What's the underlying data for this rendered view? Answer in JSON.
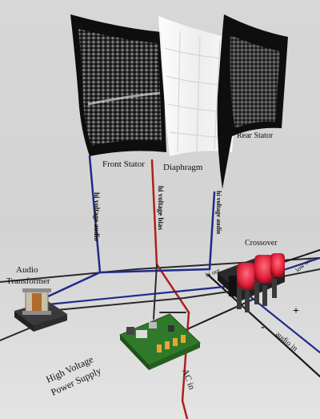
{
  "labels": {
    "front_stator": "Front Stator",
    "diaphragm": "Diaphragm",
    "rear_stator": "Rear Stator",
    "hv_audio": "hi voltage audio",
    "hv_bias": "hi voltage bias",
    "hv_audio_rear": "hi voltage audio",
    "crossover": "Crossover",
    "audio_transformer_1": "Audio",
    "audio_transformer_2": "Transformer",
    "hi_out": "hi out",
    "low_out": "low out",
    "plus": "+",
    "minus": "-",
    "audio_in": "audio in",
    "hv_ps_1": "High Voltage",
    "hv_ps_2": "Power Supply",
    "ac_in": "AC in"
  },
  "colors": {
    "wire_blue": "#1f2a8a",
    "wire_red": "#b0201c",
    "wire_black": "#1a1a1a",
    "crossover_red": "#e0203a",
    "pcb_green": "#2f7a2a"
  }
}
